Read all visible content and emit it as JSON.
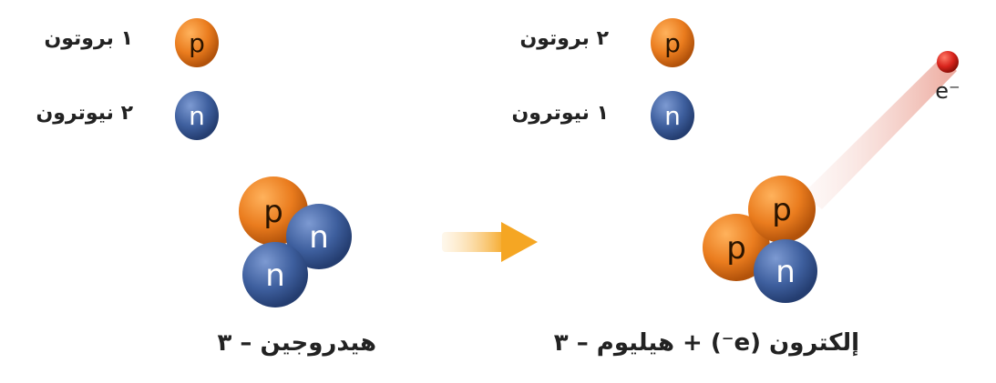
{
  "left": {
    "protons": "١ بروتون",
    "neutrons": "٢ نيوترون",
    "caption": "هيدروجين – ٣"
  },
  "right": {
    "protons": "٢ بروتون",
    "neutrons": "١ نيوترون",
    "caption": "إلكترون (e⁻) + هيليوم – ٣",
    "electron": "e⁻"
  },
  "particles": {
    "proton": "p",
    "neutron": "n"
  },
  "colors": {
    "proton": "#e97d1f",
    "neutron": "#3b5d9c",
    "electron": "#d8231c",
    "arrow": "#f5a623"
  }
}
